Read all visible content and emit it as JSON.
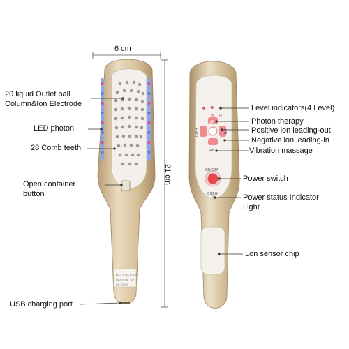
{
  "dimensions": {
    "width_label": "6 cm",
    "height_label": "21 cm"
  },
  "left_labels": {
    "outlet_line1": "20 liquid Outlet ball",
    "outlet_line2": "Column&Ion Electrode",
    "led": "LED photon",
    "comb": "28 Comb teeth",
    "container_line1": "Open container",
    "container_line2": "button",
    "usb": "USB charging port"
  },
  "right_labels": {
    "level": "Level indicators(4 Level)",
    "photon": "Photon therapy",
    "positive": "Positive ion leading-out",
    "negative": "Negative ion leading-in",
    "vibration": "Vibration massage",
    "power": "Power switch",
    "status_line1": "Power status Indicator",
    "status_line2": "Light",
    "sensor": "Lon sensor chip"
  },
  "device_markings": {
    "level_letters": [
      "L",
      "M",
      "H"
    ],
    "ir": "IR",
    "ion_plus": "ION+",
    "ion_minus": "ION-",
    "vib": "VIB",
    "on_off": "ON/OFF",
    "chrg": "CHRG",
    "back_label_lines": [
      "Hair Care Comb",
      "INPUT DC 5V",
      "CE  ROHS"
    ]
  },
  "colors": {
    "body_gold": "#d8c3a0",
    "panel": "#f4f1ec",
    "button_red": "#e8454c",
    "led_blue": "#5a7bd6",
    "led_pink": "#e0468e"
  }
}
